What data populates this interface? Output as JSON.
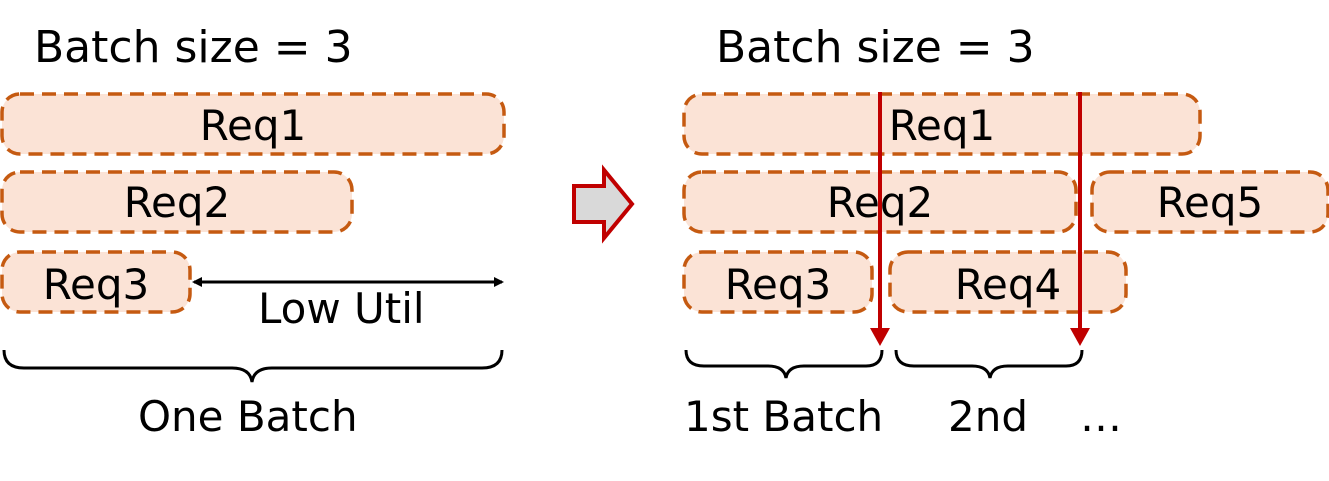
{
  "left": {
    "title": "Batch size = 3",
    "requests": [
      "Req1",
      "Req2",
      "Req3"
    ],
    "low_util_label": "Low Util",
    "batch_label": "One Batch"
  },
  "right": {
    "title": "Batch size = 3",
    "requests": [
      "Req1",
      "Req2",
      "Req5",
      "Req3",
      "Req4"
    ],
    "batch_labels": [
      "1st Batch",
      "2nd",
      "…"
    ]
  },
  "colors": {
    "box_fill": "#FBE3D6",
    "box_border": "#C55A11",
    "marker": "#C00000",
    "transition_arrow_fill": "#D9D9D9"
  }
}
